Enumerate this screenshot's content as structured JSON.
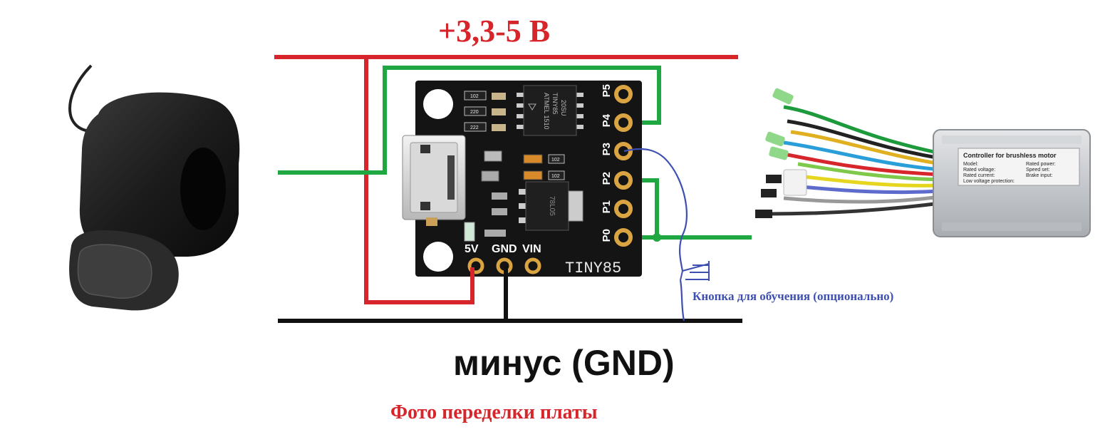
{
  "labels": {
    "supply_voltage": "+3,3-5 В",
    "ground": "минус (GND)",
    "button_note": "Кнопка для обучения (опционально)",
    "caption": "Фото переделки платы"
  },
  "board": {
    "name": "TINY85",
    "chip_marking": [
      "ATMEL 1510",
      "TINY85",
      "20SU"
    ],
    "regulator_marking": "78L05",
    "top_pins": [
      "P5",
      "P4",
      "P3",
      "P2",
      "P1",
      "P0"
    ],
    "bottom_pins": [
      "5V",
      "GND",
      "VIN"
    ],
    "resistor_codes": [
      "102",
      "220",
      "222",
      "102",
      "102"
    ]
  },
  "controller": {
    "title": "Controller for brushless motor",
    "spec_rows": [
      [
        "Model:",
        "Rated voltage:",
        "Rated current:",
        "Low voltage protection:"
      ],
      [
        "Rated power:",
        "Speed set:",
        "Brake input:"
      ]
    ]
  },
  "colors": {
    "power_wire": "#d6262b",
    "signal_wire": "#1fa842",
    "ground_wire": "#111111",
    "button_wire": "#3d4fb0",
    "board": "#141414",
    "pad_gold": "#d9a441"
  }
}
